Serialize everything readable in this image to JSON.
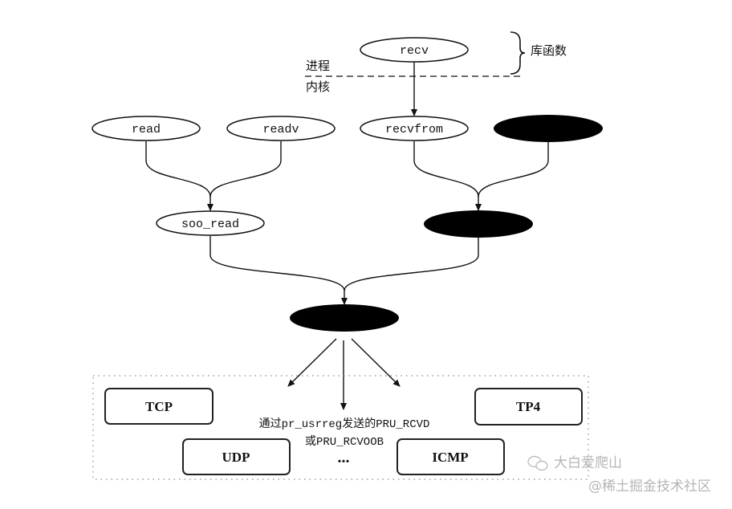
{
  "diagram": {
    "layer_labels": {
      "process": "进程",
      "kernel": "内核",
      "library": "库函数"
    },
    "nodes": {
      "recv": "recv",
      "read": "read",
      "readv": "readv",
      "recvfrom": "recvfrom",
      "recvmsg_hidden": "",
      "soo_read": "soo_read",
      "soreceive_hidden_mid": "",
      "soreceive_hidden_bottom": ""
    },
    "note": {
      "line1": "通过pr_usrreg发送的PRU_RCVD",
      "line2": "或PRU_RCVOOB",
      "ellipsis": "..."
    },
    "protocols": {
      "tcp": "TCP",
      "udp": "UDP",
      "tp4": "TP4",
      "icmp": "ICMP"
    },
    "colors": {
      "ink": "#111111",
      "watermark": "#b5b5b5",
      "dotted": "#8a8a8a"
    }
  },
  "watermark": {
    "author": "大白爱爬山",
    "site": "@稀土掘金技术社区"
  }
}
